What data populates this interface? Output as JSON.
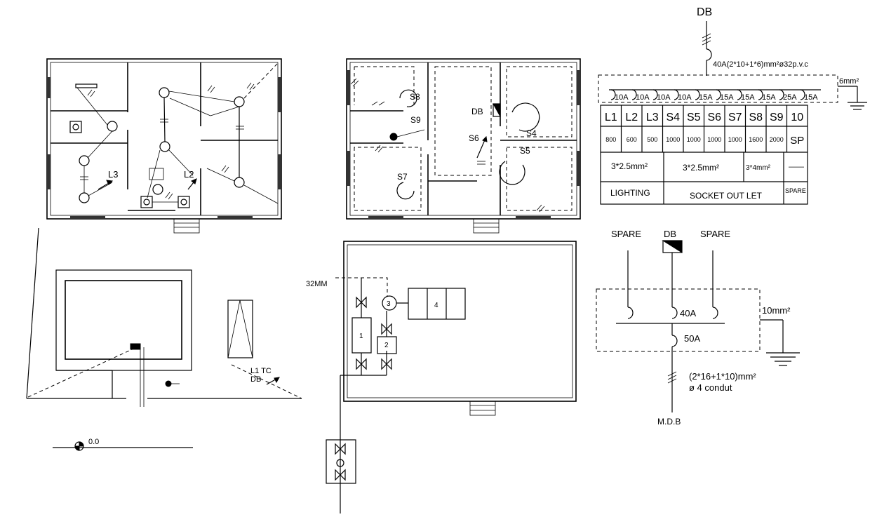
{
  "plan_lighting": {
    "label_l3": "L3",
    "label_l2": "L2"
  },
  "plan_sockets": {
    "label_s8": "S8",
    "label_s9": "S9",
    "label_db": "DB",
    "label_s6": "S6",
    "label_s4": "S4",
    "label_s5": "S5",
    "label_s7": "S7"
  },
  "site_plan": {
    "label_l1tc": "L1 TC",
    "label_db": "DB",
    "level": "0.0"
  },
  "water_plan": {
    "label_32mm": "32MM",
    "tank_1": "1",
    "tank_2": "2",
    "pump_3": "3",
    "unit_4": "4"
  },
  "db_schematic": {
    "title": "DB",
    "main_breaker": "40A(2*10+1*6)mm²ø32p.v.c",
    "earth_size": "6mm²",
    "breakers": [
      "10A",
      "10A",
      "10A",
      "10A",
      "15A",
      "15A",
      "15A",
      "15A",
      "25A",
      "15A"
    ],
    "table_headers": [
      "L1",
      "L2",
      "L3",
      "S4",
      "S5",
      "S6",
      "S7",
      "S8",
      "S9",
      "10"
    ],
    "table_loads": [
      "800",
      "600",
      "500",
      "1000",
      "1000",
      "1000",
      "1000",
      "1600",
      "2000",
      "SP"
    ],
    "cable_lighting": "3*2.5mm²",
    "cable_socket": "3*2.5mm²",
    "cable_socket2": "3*4mm²",
    "cable_spare": "——",
    "group_lighting": "LIGHTING",
    "group_socket": "SOCKET OUT LET",
    "group_spare": "SPARE"
  },
  "mdb_schematic": {
    "spare_left": "SPARE",
    "db": "DB",
    "spare_right": "SPARE",
    "breaker_40": "40A",
    "breaker_50": "50A",
    "earth": "10mm²",
    "cable_1": "(2*16+1*10)mm²",
    "cable_2": "ø 4 condut",
    "mdb": "M.D.B"
  }
}
